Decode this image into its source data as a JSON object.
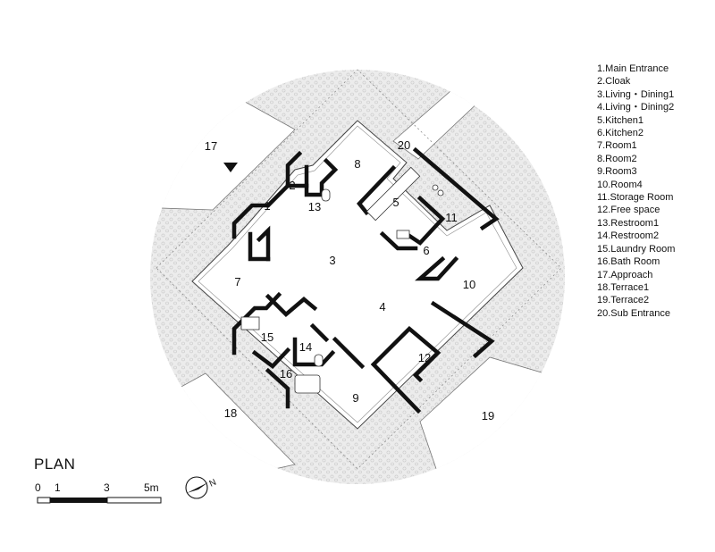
{
  "legend": [
    "1.Main Entrance",
    "2.Cloak",
    "3.Living・Dining1",
    "4.Living・Dining2",
    "5.Kitchen1",
    "6.Kitchen2",
    "7.Room1",
    "8.Room2",
    "9.Room3",
    "10.Room4",
    "11.Storage Room",
    "12.Free space",
    "13.Restroom1",
    "14.Restroom2",
    "15.Laundry Room",
    "16.Bath Room",
    "17.Approach",
    "18.Terrace1",
    "19.Terrace2",
    "20.Sub Entrance"
  ],
  "room_numbers": [
    "1",
    "2",
    "3",
    "4",
    "5",
    "6",
    "7",
    "8",
    "9",
    "10",
    "11",
    "12",
    "13",
    "14",
    "15",
    "16",
    "17",
    "18",
    "19",
    "20"
  ],
  "title": "PLAN",
  "scale": {
    "labels": [
      "0",
      "1",
      "3",
      "5m"
    ]
  },
  "north_label": "N",
  "colors": {
    "wall": "#111111",
    "garden": "#e9e9e9",
    "line": "#8a8a8a"
  }
}
